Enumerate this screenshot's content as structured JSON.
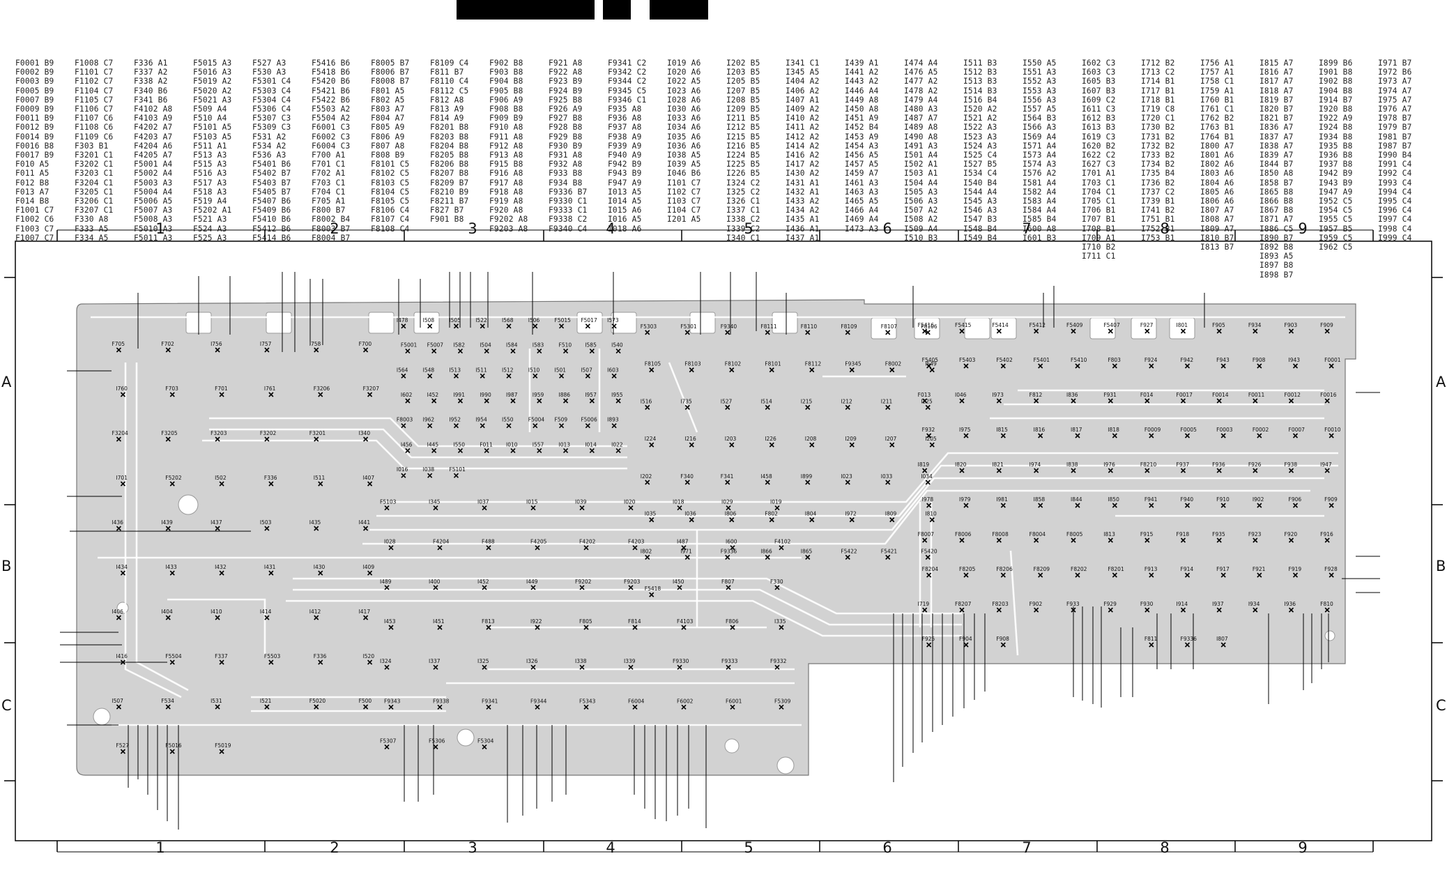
{
  "reference_table": {
    "columns": [
      [
        "F0001 B9",
        "F0002 B9",
        "F0003 B9",
        "F0005 B9",
        "F0007 B9",
        "F0009 B9",
        "F0011 B9",
        "F0012 B9",
        "F0014 B9",
        "F0016 B8",
        "F0017 B9",
        "F010 A5",
        "F011 A5",
        "F012 B8",
        "F013 A7",
        "F014 B8",
        "F1001 C7",
        "F1002 C6",
        "F1003 C7",
        "F1007 C7"
      ],
      [
        "F1008 C7",
        "F1101 C7",
        "F1102 C7",
        "F1104 C7",
        "F1105 C7",
        "F1106 C7",
        "F1107 C6",
        "F1108 C6",
        "F1109 C6",
        "F303 B1",
        "F3201 C1",
        "F3202 C1",
        "F3203 C1",
        "F3204 C1",
        "F3205 C1",
        "F3206 C1",
        "F3207 C1",
        "F330 A8",
        "F333 A5",
        "F334 A5"
      ],
      [
        "F336 A1",
        "F337 A2",
        "F338 A2",
        "F340 B6",
        "F341 B6",
        "F4102 A8",
        "F4103 A9",
        "F4202 A7",
        "F4203 A7",
        "F4204 A6",
        "F4205 A7",
        "F5001 A4",
        "F5002 A4",
        "F5003 A3",
        "F5004 A4",
        "F5006 A5",
        "F5007 A3",
        "F5008 A3",
        "F5010 A3",
        "F5011 A3"
      ],
      [
        "F5015 A3",
        "F5016 A3",
        "F5019 A2",
        "F5020 A2",
        "F5021 A3",
        "F509 A4",
        "F510 A4",
        "F5101 A5",
        "F5103 A5",
        "F511 A1",
        "F513 A3",
        "F515 A3",
        "F516 A3",
        "F517 A3",
        "F518 A3",
        "F519 A4",
        "F5202 A1",
        "F521 A3",
        "F524 A3",
        "F525 A3"
      ],
      [
        "F527 A3",
        "F530 A3",
        "F5301 C4",
        "F5303 C4",
        "F5304 C4",
        "F5306 C4",
        "F5307 C3",
        "F5309 C3",
        "F531 A2",
        "F534 A2",
        "F536 A3",
        "F5401 B6",
        "F5402 B7",
        "F5403 B7",
        "F5405 B7",
        "F5407 B6",
        "F5409 B6",
        "F5410 B6",
        "F5412 B6",
        "F5414 B6"
      ],
      [
        "F5416 B6",
        "F5418 B6",
        "F5420 B6",
        "F5421 B6",
        "F5422 B6",
        "F5503 A2",
        "F5504 A2",
        "F6001 C3",
        "F6002 C3",
        "F6004 C3",
        "F700 A1",
        "F701 C1",
        "F702 A1",
        "F703 C1",
        "F704 C1",
        "F705 A1",
        "F800 B7",
        "F8002 B4",
        "F8003 B7",
        "F8004 B7"
      ],
      [
        "F8005 B7",
        "F8006 B7",
        "F8008 B7",
        "F801 A5",
        "F802 A5",
        "F803 A7",
        "F804 A7",
        "F805 A9",
        "F806 A9",
        "F807 A8",
        "F808 B9",
        "F8101 C5",
        "F8102 C5",
        "F8103 C5",
        "F8104 C5",
        "F8105 C5",
        "F8106 C4",
        "F8107 C4",
        "F8108 C4"
      ],
      [
        "F8109 C4",
        "F811 B7",
        "F8110 C4",
        "F8112 C5",
        "F812 A8",
        "F813 A9",
        "F814 A9",
        "F8201 B8",
        "F8203 B8",
        "F8204 B8",
        "F8205 B8",
        "F8206 B8",
        "F8207 B8",
        "F8209 B7",
        "F8210 B9",
        "F8211 B7",
        "F827 B7",
        "F901 B8"
      ],
      [
        "F902 B8",
        "F903 B8",
        "F904 B8",
        "F905 B8",
        "F906 A9",
        "F908 B8",
        "F909 B9",
        "F910 A8",
        "F911 A8",
        "F912 A8",
        "F913 A8",
        "F915 B8",
        "F916 A8",
        "F917 A8",
        "F918 A8",
        "F919 A8",
        "F920 A8",
        "F9202 A8",
        "F9203 A8"
      ],
      [
        "F921 A8",
        "F922 A8",
        "F923 B9",
        "F924 B9",
        "F925 B8",
        "F926 A9",
        "F927 B8",
        "F928 B8",
        "F929 B8",
        "F930 B9",
        "F931 A8",
        "F932 A8",
        "F933 B8",
        "F934 B8",
        "F9336 B7",
        "F9330 C1",
        "F9333 C1",
        "F9338 C2",
        "F9340 C4"
      ],
      [
        "F9341 C2",
        "F9342 C2",
        "F9344 C2",
        "F9345 C5",
        "F9346 C1",
        "F935 A8",
        "F936 A8",
        "F937 A8",
        "F938 A9",
        "F939 A9",
        "F940 A9",
        "F942 B9",
        "F943 B9",
        "F947 A9",
        "I013 A5",
        "I014 A5",
        "I015 A6",
        "I016 A5",
        "I018 A6"
      ],
      [
        "I019 A6",
        "I020 A6",
        "I022 A5",
        "I023 A6",
        "I028 A6",
        "I030 A6",
        "I033 A6",
        "I034 A6",
        "I035 A6",
        "I036 A6",
        "I038 A5",
        "I039 A5",
        "I046 B6",
        "I101 C7",
        "I102 C7",
        "I103 C7",
        "I104 C7",
        "I201 A5"
      ],
      [
        "I202 B5",
        "I203 B5",
        "I205 B5",
        "I207 B5",
        "I208 B5",
        "I209 B5",
        "I211 B5",
        "I212 B5",
        "I215 B5",
        "I216 B5",
        "I224 B5",
        "I225 B5",
        "I226 B5",
        "I324 C2",
        "I325 C2",
        "I326 C1",
        "I337 C1",
        "I338 C2",
        "I339 C2",
        "I340 C1"
      ],
      [
        "I341 C1",
        "I345 A5",
        "I404 A2",
        "I406 A2",
        "I407 A1",
        "I409 A2",
        "I410 A2",
        "I411 A2",
        "I412 A2",
        "I414 A2",
        "I416 A2",
        "I417 A2",
        "I430 A2",
        "I431 A1",
        "I432 A1",
        "I433 A2",
        "I434 A2",
        "I435 A1",
        "I436 A1",
        "I437 A1"
      ],
      [
        "I439 A1",
        "I441 A2",
        "I443 A2",
        "I446 A4",
        "I449 A8",
        "I450 A8",
        "I451 A9",
        "I452 B4",
        "I453 A9",
        "I454 A3",
        "I456 A5",
        "I457 A5",
        "I459 A7",
        "I461 A3",
        "I463 A3",
        "I465 A5",
        "I466 A4",
        "I469 A4",
        "I473 A3"
      ],
      [
        "I474 A4",
        "I476 A5",
        "I477 A2",
        "I478 A2",
        "I479 A4",
        "I480 A3",
        "I487 A7",
        "I489 A8",
        "I490 A8",
        "I491 A3",
        "I501 A4",
        "I502 A1",
        "I503 A1",
        "I504 A4",
        "I505 A3",
        "I506 A3",
        "I507 A2",
        "I508 A2",
        "I509 A4",
        "I510 B3"
      ],
      [
        "I511 B3",
        "I512 B3",
        "I513 B3",
        "I514 B3",
        "I516 B4",
        "I520 A2",
        "I521 A2",
        "I522 A3",
        "I523 A3",
        "I524 A3",
        "I525 C4",
        "I527 B5",
        "I534 C4",
        "I540 B4",
        "I544 A4",
        "I545 A3",
        "I546 A3",
        "I547 B3",
        "I548 B4",
        "I549 B4"
      ],
      [
        "I550 A5",
        "I551 A3",
        "I552 A3",
        "I553 A3",
        "I556 A3",
        "I557 A5",
        "I564 B3",
        "I566 A3",
        "I569 A4",
        "I571 A4",
        "I573 A4",
        "I574 A3",
        "I576 A2",
        "I581 A4",
        "I582 A4",
        "I583 A4",
        "I584 A4",
        "I585 B4",
        "I600 A8",
        "I601 B3"
      ],
      [
        "I602 C3",
        "I603 C3",
        "I605 B3",
        "I607 B3",
        "I609 C2",
        "I611 C3",
        "I612 B3",
        "I613 B3",
        "I619 C3",
        "I620 B2",
        "I622 C2",
        "I627 C3",
        "I701 A1",
        "I703 C1",
        "I704 C1",
        "I705 C1",
        "I706 B1",
        "I707 B1",
        "I708 B1",
        "I709 A1",
        "I710 B2",
        "I711 C1"
      ],
      [
        "I712 B2",
        "I713 C2",
        "I714 B1",
        "I717 B1",
        "I718 B1",
        "I719 C8",
        "I720 C1",
        "I730 B2",
        "I731 B2",
        "I732 B2",
        "I733 B2",
        "I734 B2",
        "I735 B4",
        "I736 B2",
        "I737 C2",
        "I739 B1",
        "I741 B2",
        "I751 B1",
        "I752 B1",
        "I753 B1"
      ],
      [
        "I756 A1",
        "I757 A1",
        "I758 C1",
        "I759 A1",
        "I760 B1",
        "I761 C1",
        "I762 B2",
        "I763 B1",
        "I764 B1",
        "I800 A7",
        "I801 A6",
        "I802 A6",
        "I803 A6",
        "I804 A6",
        "I805 A6",
        "I806 A6",
        "I807 A7",
        "I808 A7",
        "I809 A7",
        "I810 B7",
        "I813 B7"
      ],
      [
        "I815 A7",
        "I816 A7",
        "I817 A7",
        "I818 A7",
        "I819 B7",
        "I820 B7",
        "I821 B7",
        "I836 A7",
        "I837 A7",
        "I838 A7",
        "I839 A7",
        "I844 B7",
        "I850 A8",
        "I858 B7",
        "I865 B8",
        "I866 B8",
        "I867 B8",
        "I871 A7",
        "I886 C5",
        "I890 B7",
        "I892 B8",
        "I893 A5",
        "I897 B8",
        "I898 B7"
      ],
      [
        "I899 B6",
        "I901 B8",
        "I902 B8",
        "I904 B8",
        "I914 B7",
        "I920 B8",
        "I922 A9",
        "I924 B8",
        "I934 B8",
        "I935 B8",
        "I936 B8",
        "I937 B8",
        "I942 B9",
        "I943 B9",
        "I947 A9",
        "I952 C5",
        "I954 C5",
        "I955 C5",
        "I957 B5",
        "I959 C5",
        "I962 C5"
      ],
      [
        "I971 B7",
        "I972 B6",
        "I973 A7",
        "I974 A7",
        "I975 A7",
        "I976 A7",
        "I978 B7",
        "I979 B7",
        "I981 B7",
        "I987 B7",
        "I990 B4",
        "I991 C4",
        "I992 C4",
        "I993 C4",
        "I994 C4",
        "I995 C4",
        "I996 C4",
        "I997 C4",
        "I998 C4",
        "I999 C4"
      ]
    ]
  },
  "grid": {
    "columns": [
      "1",
      "2",
      "3",
      "4",
      "5",
      "6",
      "7",
      "8",
      "9"
    ],
    "rows": [
      "A",
      "B",
      "C"
    ]
  },
  "board": {
    "labels": [
      "F705",
      "F702",
      "I756",
      "I757",
      "I758",
      "F700",
      "I760",
      "F703",
      "F701",
      "I761",
      "F3206",
      "F3207",
      "F3204",
      "F3205",
      "F3203",
      "F3202",
      "F3201",
      "I340",
      "I701",
      "F5202",
      "I502",
      "F336",
      "I511",
      "I407",
      "I436",
      "I439",
      "I437",
      "I503",
      "I435",
      "I441",
      "I434",
      "I433",
      "I432",
      "I431",
      "I430",
      "I409",
      "I406",
      "I404",
      "I410",
      "I414",
      "I412",
      "I417",
      "I416",
      "F5504",
      "F337",
      "F5503",
      "F336",
      "I520",
      "I507",
      "F534",
      "I531",
      "I521",
      "F5020",
      "F500",
      "F527",
      "F5016",
      "F5019",
      "I478",
      "I508",
      "I505",
      "I522",
      "I568",
      "I506",
      "F5015",
      "F5017",
      "I573",
      "F5001",
      "F5007",
      "I582",
      "I504",
      "I584",
      "I583",
      "F510",
      "I585",
      "I540",
      "I564",
      "I548",
      "I513",
      "I511",
      "I512",
      "I510",
      "I501",
      "I507",
      "I603",
      "I602",
      "I452",
      "I991",
      "I990",
      "I987",
      "I959",
      "I886",
      "I957",
      "I955",
      "F8003",
      "I962",
      "I952",
      "I954",
      "I550",
      "F5004",
      "F509",
      "F5006",
      "I893",
      "I456",
      "I445",
      "I550",
      "F011",
      "I010",
      "I557",
      "I013",
      "I014",
      "I022",
      "I016",
      "I038",
      "F5101",
      "F5103",
      "I345",
      "I037",
      "I015",
      "I039",
      "I020",
      "I018",
      "I029",
      "I019",
      "I028",
      "F4204",
      "F488",
      "F4205",
      "F4202",
      "F4203",
      "I487",
      "I600",
      "F4102",
      "I489",
      "I400",
      "I452",
      "I449",
      "F9202",
      "F9203",
      "I450",
      "F807",
      "F330",
      "I453",
      "I451",
      "F813",
      "I922",
      "F805",
      "F814",
      "F4103",
      "F806",
      "I335",
      "I324",
      "I337",
      "I325",
      "I326",
      "I338",
      "I339",
      "F9330",
      "F9333",
      "F9332",
      "F9343",
      "F9338",
      "F9341",
      "F9344",
      "F5343",
      "F6004",
      "F6002",
      "F6001",
      "F5309",
      "F5307",
      "F5306",
      "F5304",
      "F5303",
      "F5301",
      "F9340",
      "F8111",
      "F8110",
      "F8109",
      "F8107",
      "F8106",
      "F8105",
      "F8103",
      "F8102",
      "F8101",
      "F8112",
      "F9345",
      "F8002",
      "I549",
      "I516",
      "I735",
      "I527",
      "I514",
      "I215",
      "I212",
      "I211",
      "I225",
      "I224",
      "I216",
      "I203",
      "I226",
      "I208",
      "I209",
      "I207",
      "I205",
      "I202",
      "F340",
      "F341",
      "I458",
      "I899",
      "I023",
      "I033",
      "I034",
      "I035",
      "I036",
      "I806",
      "F802",
      "I804",
      "I972",
      "I809",
      "I810",
      "I802",
      "I971",
      "F9336",
      "I866",
      "I865",
      "F5422",
      "F5421",
      "F5420",
      "F5418",
      "F5416",
      "F5415",
      "F5414",
      "F5412",
      "F5409",
      "F5407",
      "F5405",
      "F5403",
      "F5402",
      "F5401",
      "F5410",
      "F803",
      "F013",
      "I046",
      "I973",
      "F812",
      "I836",
      "F931",
      "F932",
      "I975",
      "I815",
      "I816",
      "I817",
      "I818",
      "I819",
      "I820",
      "I821",
      "I974",
      "I838",
      "I976",
      "I978",
      "I979",
      "I981",
      "I858",
      "I844",
      "I850",
      "F8007",
      "F8006",
      "F8008",
      "F8004",
      "F8005",
      "I813",
      "F8204",
      "F8205",
      "F8206",
      "F8209",
      "F8202",
      "F8201",
      "I719",
      "F8207",
      "F8203",
      "F902",
      "F933",
      "F929",
      "F925",
      "F904",
      "F908",
      "F927",
      "I801",
      "F905",
      "F934",
      "F903",
      "F909",
      "F924",
      "F942",
      "F943",
      "F908",
      "I943",
      "F0001",
      "F014",
      "F0017",
      "F0014",
      "F0011",
      "F0012",
      "F0016",
      "F0009",
      "F0005",
      "F0003",
      "F0002",
      "F0007",
      "F0010",
      "F8210",
      "F937",
      "F936",
      "F926",
      "F938",
      "I947",
      "F941",
      "F940",
      "F910",
      "I902",
      "F906",
      "F909",
      "F915",
      "F918",
      "F935",
      "F923",
      "F920",
      "F916",
      "F913",
      "F914",
      "F917",
      "F921",
      "F919",
      "F928",
      "F930",
      "I914",
      "I937",
      "I934",
      "I936",
      "F810",
      "F811",
      "F9336",
      "I807"
    ]
  },
  "colors": {
    "board_fill": "#d2d2d2",
    "trace": "#ffffff",
    "pad_mark": "#000000",
    "top_bar": "#000000"
  }
}
